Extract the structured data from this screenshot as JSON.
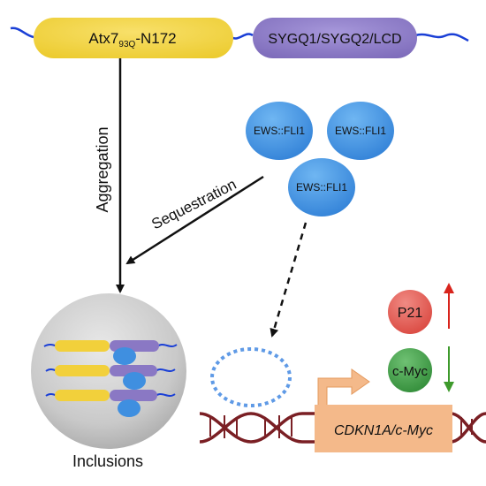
{
  "construct": {
    "atx_label_main": "Atx7",
    "atx_label_sub": "93Q",
    "atx_label_suffix": "-N172",
    "sygq_label": "SYGQ1/SYGQ2/LCD"
  },
  "proteins": {
    "ews_fli1_a": "EWS::FLI1",
    "ews_fli1_b": "EWS::FLI1",
    "ews_fli1_c": "EWS::FLI1"
  },
  "arrows": {
    "aggregation": "Aggregation",
    "sequestration": "Sequestration"
  },
  "targets": {
    "p21": "P21",
    "cmyc": "c-Myc",
    "gene": "CDKN1A/c-Myc"
  },
  "inclusions": {
    "label": "Inclusions"
  },
  "colors": {
    "atx_yellow": "#f2d03b",
    "sygq_purple": "#8a78c4",
    "ews_blue": "#3f8fe0",
    "p21_red": "#e0524a",
    "cmyc_green": "#3f9a45",
    "gene_box": "#f4b98a",
    "dna_red": "#7a1f24",
    "up_arrow": "#d8241c",
    "down_arrow": "#3e9a2c"
  }
}
